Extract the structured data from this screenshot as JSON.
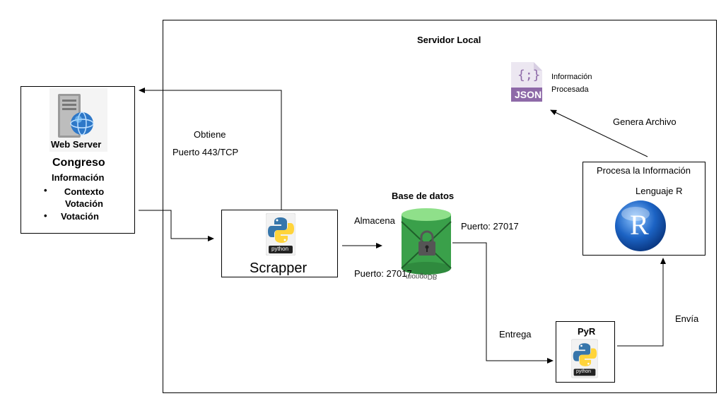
{
  "local_server": {
    "title": "Servidor Local"
  },
  "congreso": {
    "web_server_label": "Web Server",
    "title": "Congreso",
    "subtitle": "Información",
    "bullets": [
      "Contexto Votación",
      "Votación"
    ]
  },
  "scrapper": {
    "label": "Scrapper",
    "python_badge": "python"
  },
  "database": {
    "title": "Base de datos",
    "logo_text": "mongoDB"
  },
  "pyr": {
    "title": "PyR",
    "python_badge": "python"
  },
  "processor": {
    "title": "Procesa la Información",
    "subtitle": "Lenguaje R",
    "r_letter": "R"
  },
  "json_output": {
    "badge": "JSON",
    "braces": "{;}",
    "label_line1": "Información",
    "label_line2": "Procesada"
  },
  "edges": {
    "obtiene": "Obtiene",
    "puerto_443": "Puerto 443/TCP",
    "almacena": "Almacena",
    "puerto_27017_a": "Puerto: 27017",
    "puerto_27017_b": "Puerto: 27017",
    "entrega": "Entrega",
    "envia": "Envía",
    "genera_archivo": "Genera Archivo"
  },
  "colors": {
    "python_blue": "#3776ab",
    "python_yellow": "#ffd43b",
    "mongo_green": "#3aa04a",
    "r_blue": "#1c63c4",
    "json_purple": "#8e6aa8"
  }
}
